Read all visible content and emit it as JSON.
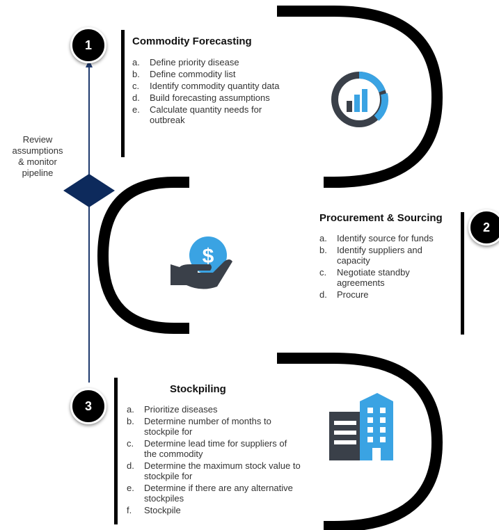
{
  "review_label": [
    "Review",
    "assumptions",
    "& monitor",
    "pipeline"
  ],
  "steps": [
    {
      "number": "1",
      "title": "Commodity Forecasting",
      "items": [
        {
          "letter": "a.",
          "text": "Define priority disease"
        },
        {
          "letter": "b.",
          "text": "Define commodity list"
        },
        {
          "letter": "c.",
          "text": "Identify commodity quantity data"
        },
        {
          "letter": "d.",
          "text": "Build forecasting assumptions"
        },
        {
          "letter": "e.",
          "text": "Calculate quantity needs for outbreak"
        }
      ],
      "icon": "donut-chart-icon"
    },
    {
      "number": "2",
      "title": "Procurement & Sourcing",
      "items": [
        {
          "letter": "a.",
          "text": "Identify source for funds"
        },
        {
          "letter": "b.",
          "text": "Identify suppliers and capacity"
        },
        {
          "letter": "c.",
          "text": "Negotiate standby agreements"
        },
        {
          "letter": "d.",
          "text": "Procure"
        }
      ],
      "icon": "hand-dollar-icon"
    },
    {
      "number": "3",
      "title": "Stockpiling",
      "items": [
        {
          "letter": "a.",
          "text": "Prioritize diseases"
        },
        {
          "letter": "b.",
          "text": "Determine number of months to stockpile for"
        },
        {
          "letter": "c.",
          "text": "Determine lead time for suppliers of the commodity"
        },
        {
          "letter": "d.",
          "text": "Determine the maximum stock value to stockpile for"
        },
        {
          "letter": "e.",
          "text": "Determine if there are any alternative stockpiles"
        },
        {
          "letter": "f.",
          "text": "Stockpile"
        }
      ],
      "icon": "buildings-icon"
    }
  ],
  "colors": {
    "track": "#000000",
    "connector": "#1f3a6e",
    "diamond": "#0d2a5c",
    "icon_blue": "#3aa3e3",
    "icon_dark": "#3a4049"
  }
}
